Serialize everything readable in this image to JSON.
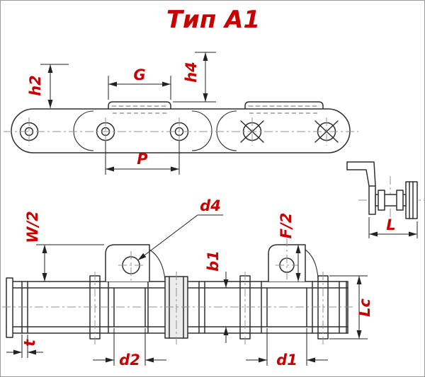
{
  "title": "Тип А1",
  "dimensions": {
    "h2": "h2",
    "G": "G",
    "h4": "h4",
    "P": "P",
    "L": "L",
    "W2": "W/2",
    "d4": "d4",
    "F2": "F/2",
    "b1": "b1",
    "Lc": "Lc",
    "t": "t",
    "d2": "d2",
    "d1": "d1"
  },
  "colors": {
    "label": "#c80000",
    "line": "#2e2e2e",
    "centerline": "#909090",
    "background": "#ffffff"
  }
}
